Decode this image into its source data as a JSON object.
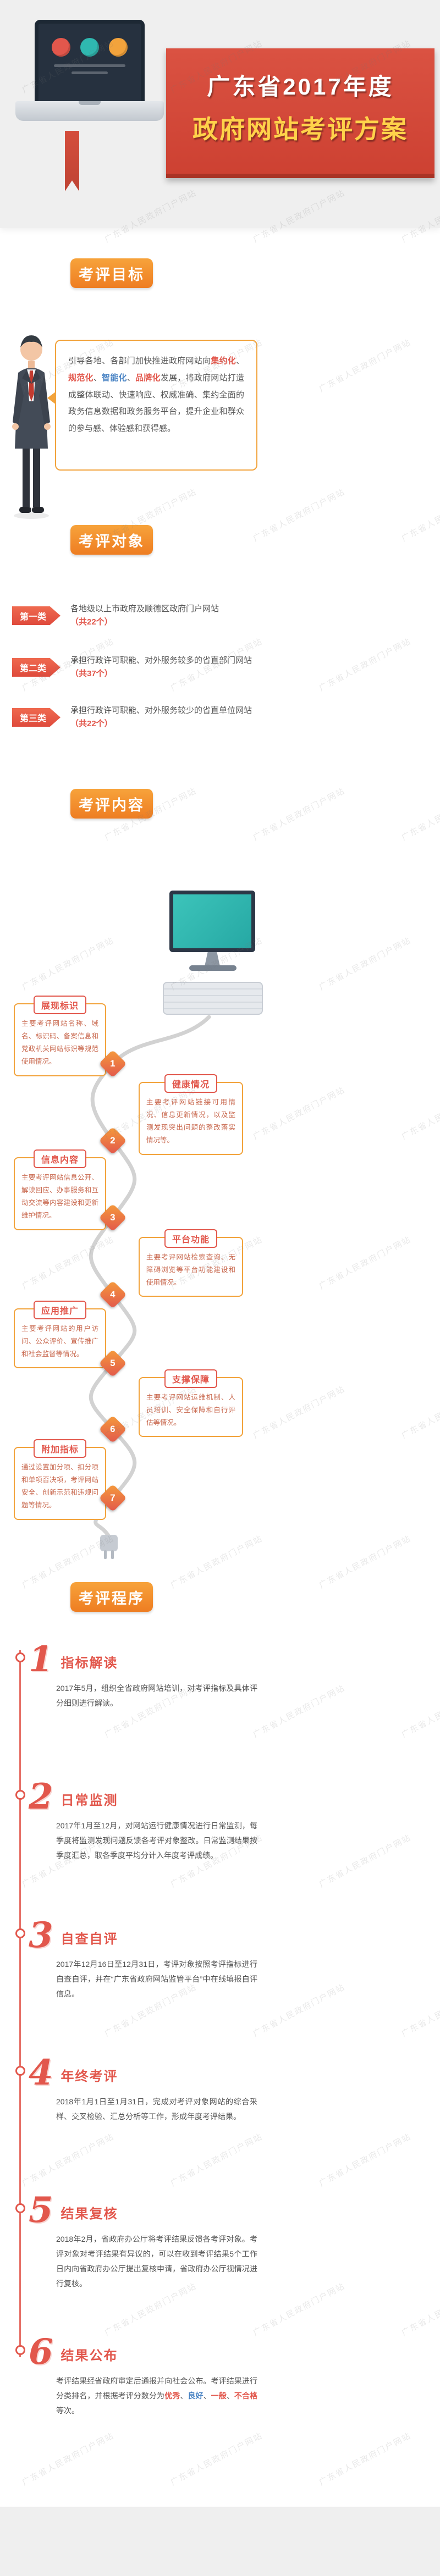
{
  "watermark": {
    "text": "广东省人民政府门户网站"
  },
  "header": {
    "title_line1": "广东省2017年度",
    "title_line2": "政府网站考评方案",
    "laptop_icon_colors": [
      "#e2574c",
      "#2fb8b0",
      "#f2a33c"
    ]
  },
  "goal": {
    "badge": "考评目标",
    "parts": [
      {
        "t": "引导各地、各部门加快推进政府网站向",
        "c": "normal"
      },
      {
        "t": "集约化",
        "c": "red"
      },
      {
        "t": "、",
        "c": "normal"
      },
      {
        "t": "规范化",
        "c": "red"
      },
      {
        "t": "、",
        "c": "normal"
      },
      {
        "t": "智能化",
        "c": "blue"
      },
      {
        "t": "、",
        "c": "normal"
      },
      {
        "t": "品牌化",
        "c": "red"
      },
      {
        "t": "发展，将政府网站打造成整体联动、快速响应、权威准确、集约全面的政务信息数据和政务服务平台，提升企业和群众的参与感、体验感和获得感。",
        "c": "normal"
      }
    ]
  },
  "targets": {
    "badge": "考评对象",
    "items": [
      {
        "tag": "第一类",
        "parts": [
          {
            "t": "各地级以上市政府及顺德区政府门户网站",
            "c": "normal"
          },
          {
            "t": "（共22个）",
            "c": "red"
          }
        ]
      },
      {
        "tag": "第二类",
        "parts": [
          {
            "t": "承担行政许可职能、对外服务较多的省直部门网站",
            "c": "normal"
          },
          {
            "t": "（共37个）",
            "c": "red"
          }
        ]
      },
      {
        "tag": "第三类",
        "parts": [
          {
            "t": "承担行政许可职能、对外服务较少的省直单位网站",
            "c": "normal"
          },
          {
            "t": "（共22个）",
            "c": "red"
          }
        ]
      }
    ]
  },
  "content": {
    "badge": "考评内容",
    "items": [
      {
        "num": "1",
        "title": "展现标识",
        "desc": "主要考评网站名称、域名、标识码、备案信息和党政机关网站标识等规范使用情况。"
      },
      {
        "num": "2",
        "title": "健康情况",
        "desc": "主要考评网站链接可用情况、信息更新情况，以及监测发现突出问题的整改落实情况等。"
      },
      {
        "num": "3",
        "title": "信息内容",
        "desc": "主要考评网站信息公开、解读回应、办事服务和互动交流等内容建设和更新维护情况。"
      },
      {
        "num": "4",
        "title": "平台功能",
        "desc": "主要考评网站检索查询、无障碍浏览等平台功能建设和使用情况。"
      },
      {
        "num": "5",
        "title": "应用推广",
        "desc": "主要考评网站的用户访问、公众评价、宣传推广和社会监督等情况。"
      },
      {
        "num": "6",
        "title": "支撑保障",
        "desc": "主要考评网站运维机制、人员培训、安全保障和自行评估等情况。"
      },
      {
        "num": "7",
        "title": "附加指标",
        "desc": "通过设置加分项、扣分项和单项否决项，考评网站安全、创新示范和违规问题等情况。"
      }
    ]
  },
  "procedure": {
    "badge": "考评程序",
    "steps": [
      {
        "num": "1",
        "title": "指标解读",
        "parts": [
          {
            "t": "2017年5月，组织全省政府网站培训，对考评指标及具体评分细则进行解读。",
            "c": "normal"
          }
        ]
      },
      {
        "num": "2",
        "title": "日常监测",
        "parts": [
          {
            "t": "2017年1月至12月，对网站运行健康情况进行日常监测，每季度将监测发现问题反馈各考评对象整改。日常监测结果按季度汇总，取各季度平均分计入年度考评成绩。",
            "c": "normal"
          }
        ]
      },
      {
        "num": "3",
        "title": "自查自评",
        "parts": [
          {
            "t": "2017年12月16日至12月31日，考评对象按照考评指标进行自查自评，并在“广东省政府网站监管平台”中在线填报自评信息。",
            "c": "normal"
          }
        ]
      },
      {
        "num": "4",
        "title": "年终考评",
        "parts": [
          {
            "t": "2018年1月1日至1月31日，完成对考评对象网站的综合采样、交叉检验、汇总分析等工作，形成年度考评结果。",
            "c": "normal"
          }
        ]
      },
      {
        "num": "5",
        "title": "结果复核",
        "parts": [
          {
            "t": "2018年2月，省政府办公厅将考评结果反馈各考评对象。考评对象对考评结果有异议的，可以在收到考评结果5个工作日内向省政府办公厅提出复核申请，省政府办公厅视情况进行复核。",
            "c": "normal"
          }
        ]
      },
      {
        "num": "6",
        "title": "结果公布",
        "parts": [
          {
            "t": "考评结果经省政府审定后通报并向社会公布。考评结果进行分类排名，并根据考评分数分为",
            "c": "normal"
          },
          {
            "t": "优秀",
            "c": "red"
          },
          {
            "t": "、",
            "c": "normal"
          },
          {
            "t": "良好",
            "c": "blue"
          },
          {
            "t": "、",
            "c": "normal"
          },
          {
            "t": "一般",
            "c": "red"
          },
          {
            "t": "、",
            "c": "normal"
          },
          {
            "t": "不合格",
            "c": "red"
          },
          {
            "t": "等次。",
            "c": "normal"
          }
        ]
      }
    ]
  },
  "colors": {
    "accent_red": "#e2574c",
    "badge_orange": "#ee7d22",
    "banner_red": "#cd4132",
    "link_blue": "#4a84c4",
    "screen_teal": "#2fb8b0"
  }
}
